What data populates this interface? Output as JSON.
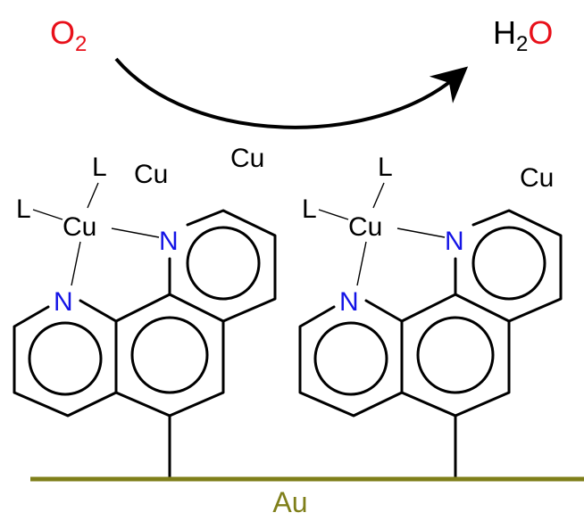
{
  "reaction": {
    "reactant": "O",
    "reactant_sub": "2",
    "product_h": "H",
    "product_sub": "2",
    "product_o": "O",
    "catalyst": "Cu",
    "reactant_color": "#e8101a"
  },
  "surface": {
    "label": "Au",
    "color": "#7f7f1a"
  },
  "atom_colors": {
    "nitrogen": "#1414e6"
  },
  "complexes": [
    {
      "metal": "Cu",
      "ligand_top": "L",
      "ligand_left": "L",
      "n_right": "N",
      "n_left": "N",
      "free_cu": "Cu"
    },
    {
      "metal": "Cu",
      "ligand_top": "L",
      "ligand_left": "L",
      "n_right": "N",
      "n_left": "N",
      "free_cu": "Cu"
    }
  ]
}
